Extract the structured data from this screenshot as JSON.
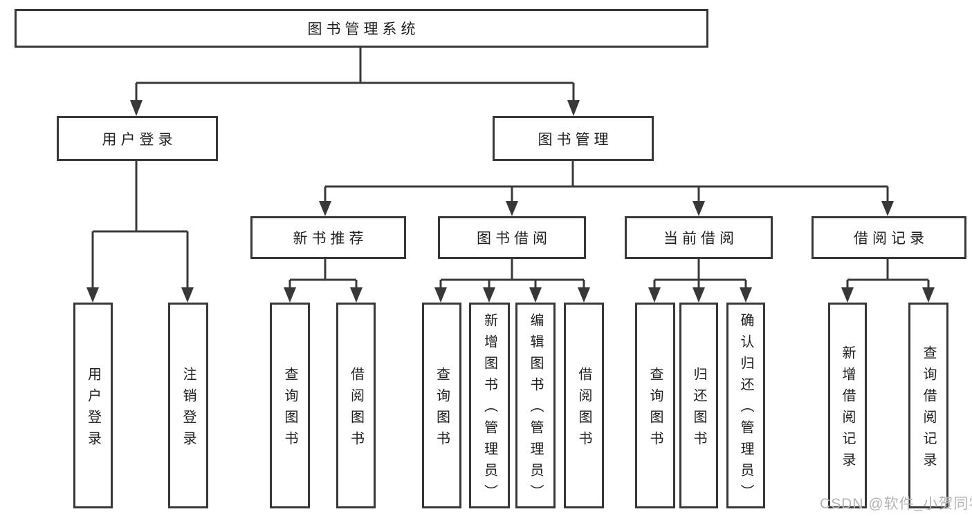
{
  "tree": {
    "root": {
      "label": "图书管理系统"
    },
    "level2": [
      {
        "label": "用户登录",
        "children": [
          "用户登录",
          "注销登录"
        ]
      },
      {
        "label": "图书管理"
      }
    ],
    "level3": [
      {
        "label": "新书推荐",
        "children": [
          "查询图书",
          "借阅图书"
        ]
      },
      {
        "label": "图书借阅",
        "children": [
          "查询图书",
          "新增图书（管理员）",
          "编辑图书（管理员）",
          "借阅图书"
        ]
      },
      {
        "label": "当前借阅",
        "children": [
          "查询图书",
          "归还图书",
          "确认归还（管理员）"
        ]
      },
      {
        "label": "借阅记录",
        "children": [
          "新增借阅记录",
          "查询借阅记录"
        ]
      }
    ]
  },
  "watermark": "CSDN @软件_小贺同学",
  "colors": {
    "line": "#383838",
    "text": "#1f1f1f",
    "watermark": "#b4b4b4",
    "background": "#ffffff"
  }
}
